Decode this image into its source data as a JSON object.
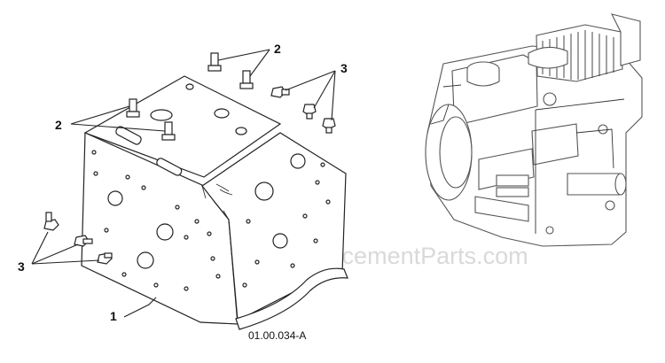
{
  "diagram": {
    "drawing_code": "01.00.034-A",
    "watermark": "eReplacementParts.com",
    "callouts": [
      {
        "id": "c2-top",
        "label": "2"
      },
      {
        "id": "c3-top",
        "label": "3"
      },
      {
        "id": "c2-left",
        "label": "2"
      },
      {
        "id": "c3-left",
        "label": "3"
      },
      {
        "id": "c1",
        "label": "1"
      }
    ]
  }
}
